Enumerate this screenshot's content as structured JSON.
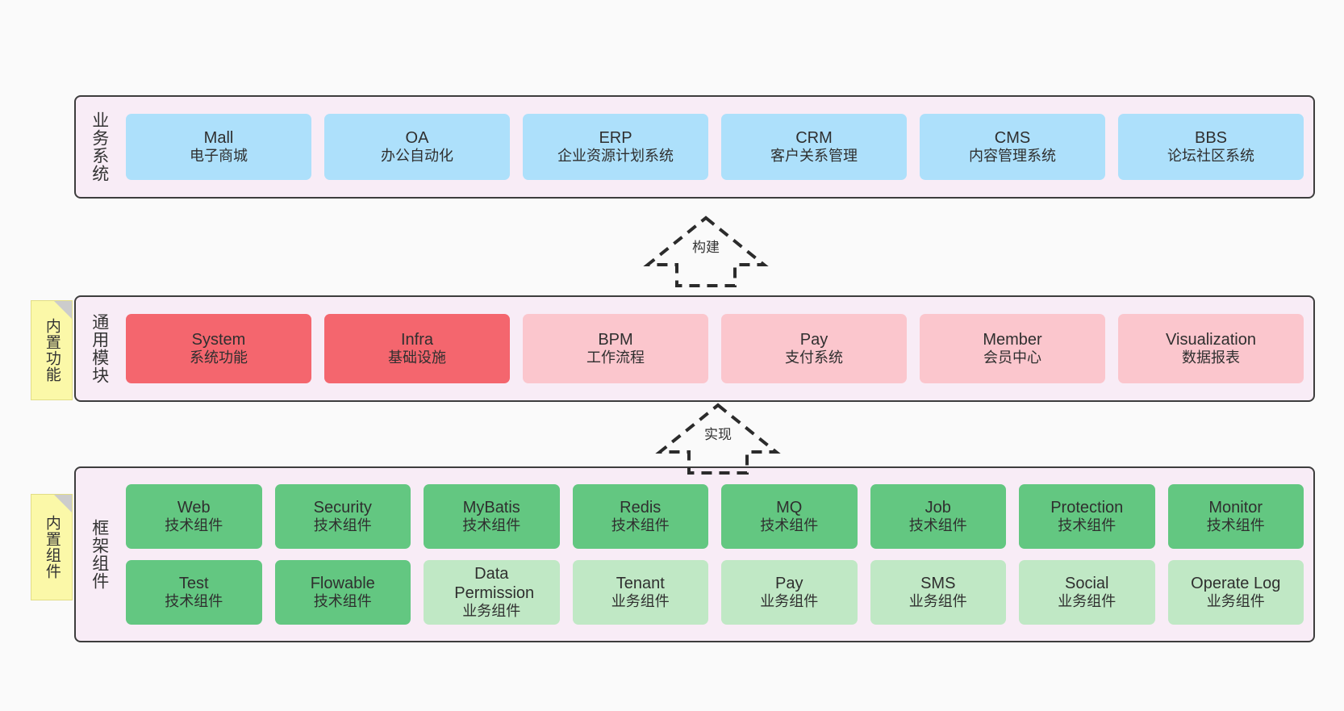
{
  "diagram": {
    "background": "#fafafa",
    "layers": [
      {
        "key": "business",
        "title": "业务系统",
        "cards": [
          {
            "en": "Mall",
            "cn": "电子商城",
            "color": "#ade0fb"
          },
          {
            "en": "OA",
            "cn": "办公自动化",
            "color": "#ade0fb"
          },
          {
            "en": "ERP",
            "cn": "企业资源计划系统",
            "color": "#ade0fb"
          },
          {
            "en": "CRM",
            "cn": "客户关系管理",
            "color": "#ade0fb"
          },
          {
            "en": "CMS",
            "cn": "内容管理系统",
            "color": "#ade0fb"
          },
          {
            "en": "BBS",
            "cn": "论坛社区系统",
            "color": "#ade0fb"
          }
        ]
      },
      {
        "key": "module",
        "title": "通用模块",
        "sticky": "内置功能",
        "cards": [
          {
            "en": "System",
            "cn": "系统功能",
            "color": "#f4666e"
          },
          {
            "en": "Infra",
            "cn": "基础设施",
            "color": "#f4666e"
          },
          {
            "en": "BPM",
            "cn": "工作流程",
            "color": "#fbc6cd"
          },
          {
            "en": "Pay",
            "cn": "支付系统",
            "color": "#fbc6cd"
          },
          {
            "en": "Member",
            "cn": "会员中心",
            "color": "#fbc6cd"
          },
          {
            "en": "Visualization",
            "cn": "数据报表",
            "color": "#fbc6cd"
          }
        ]
      },
      {
        "key": "framework",
        "title": "框架组件",
        "sticky": "内置组件",
        "rows": [
          [
            {
              "en": "Web",
              "cn": "技术组件",
              "color": "#63c781"
            },
            {
              "en": "Security",
              "cn": "技术组件",
              "color": "#63c781"
            },
            {
              "en": "MyBatis",
              "cn": "技术组件",
              "color": "#63c781"
            },
            {
              "en": "Redis",
              "cn": "技术组件",
              "color": "#63c781"
            },
            {
              "en": "MQ",
              "cn": "技术组件",
              "color": "#63c781"
            },
            {
              "en": "Job",
              "cn": "技术组件",
              "color": "#63c781"
            },
            {
              "en": "Protection",
              "cn": "技术组件",
              "color": "#63c781"
            },
            {
              "en": "Monitor",
              "cn": "技术组件",
              "color": "#63c781"
            }
          ],
          [
            {
              "en": "Test",
              "cn": "技术组件",
              "color": "#63c781"
            },
            {
              "en": "Flowable",
              "cn": "技术组件",
              "color": "#63c781"
            },
            {
              "en": "Data Permission",
              "cn": "业务组件",
              "color": "#c0e8c5"
            },
            {
              "en": "Tenant",
              "cn": "业务组件",
              "color": "#c0e8c5"
            },
            {
              "en": "Pay",
              "cn": "业务组件",
              "color": "#c0e8c5"
            },
            {
              "en": "SMS",
              "cn": "业务组件",
              "color": "#c0e8c5"
            },
            {
              "en": "Social",
              "cn": "业务组件",
              "color": "#c0e8c5"
            },
            {
              "en": "Operate Log",
              "cn": "业务组件",
              "color": "#c0e8c5"
            }
          ]
        ]
      }
    ],
    "arrows": [
      {
        "key": "build",
        "label": "构建"
      },
      {
        "key": "implement",
        "label": "实现"
      }
    ]
  }
}
